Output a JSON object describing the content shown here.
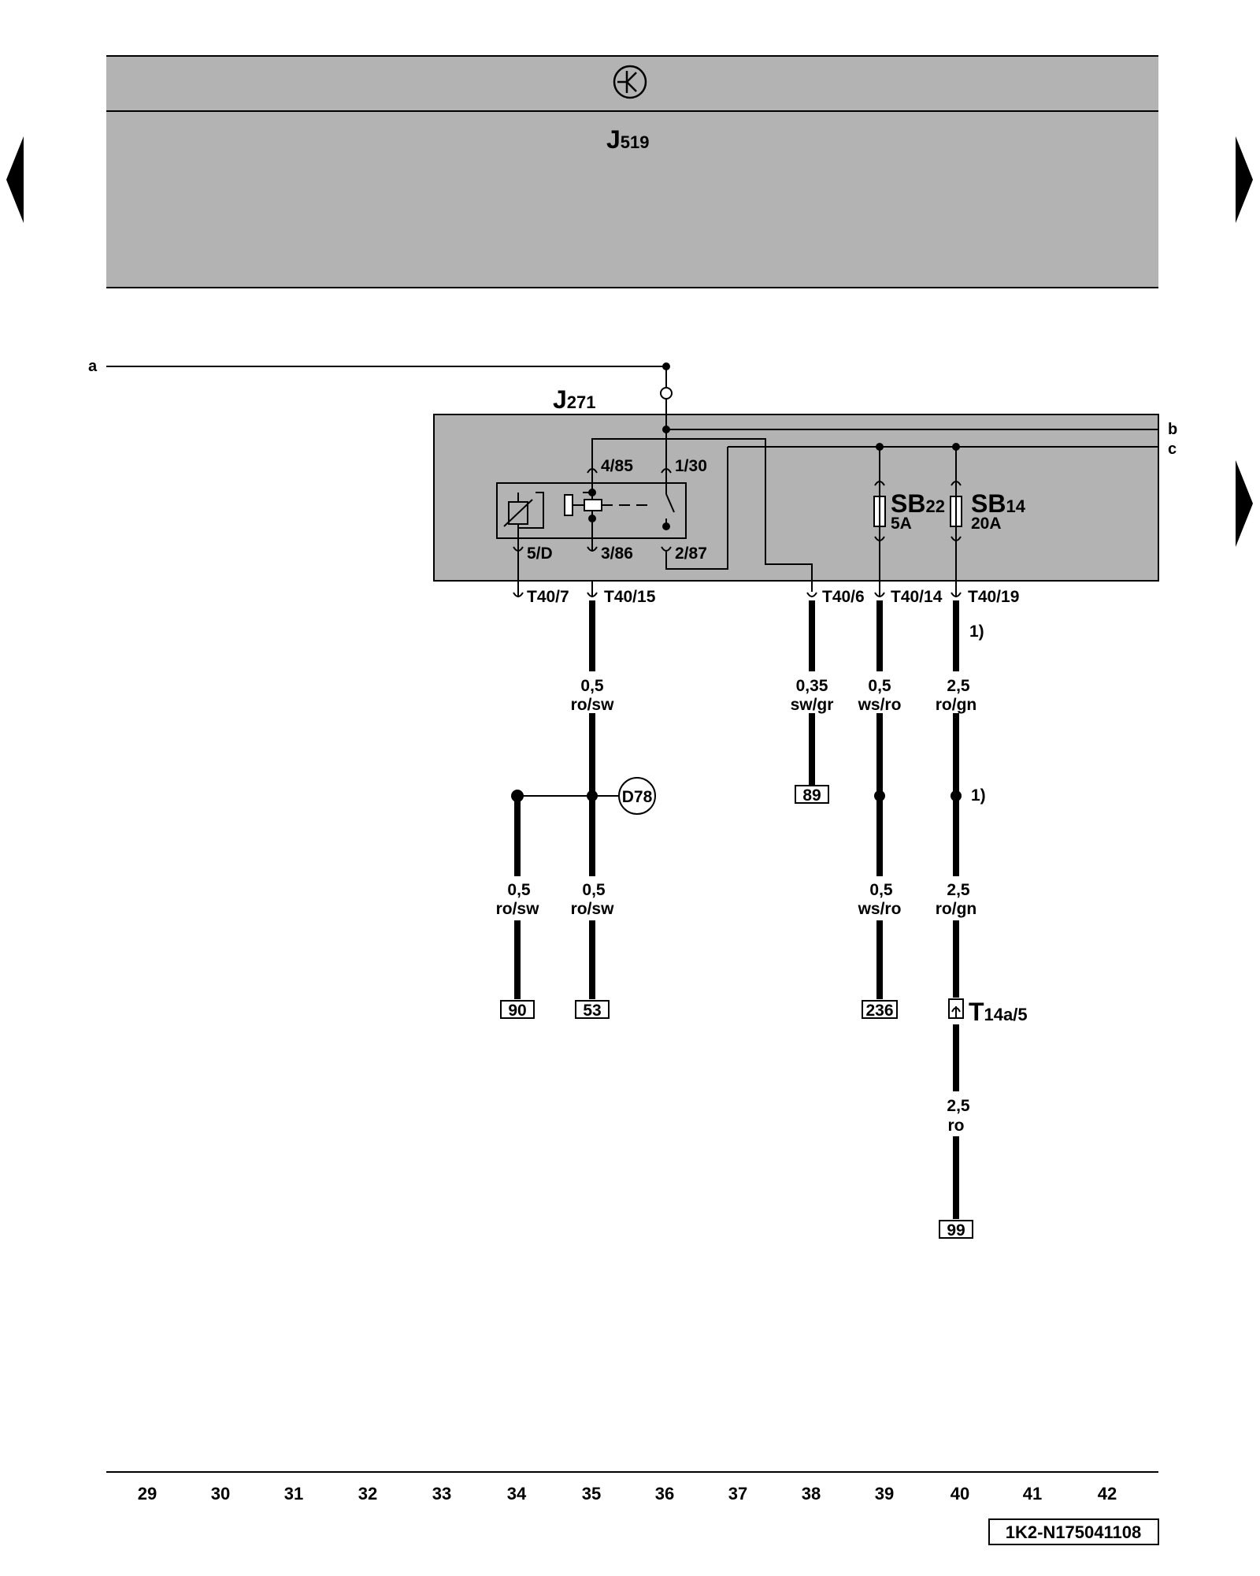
{
  "header": {
    "symbol": "terminal-30-symbol",
    "module_name": "J",
    "module_sub": "519"
  },
  "relay_box": {
    "name": "J",
    "sub": "271"
  },
  "lines": {
    "a": "a",
    "b": "b",
    "c": "c"
  },
  "relay_pins": {
    "p485": "4/85",
    "p130": "1/30",
    "p5d": "5/D",
    "p386": "3/86",
    "p287": "2/87"
  },
  "fuses": [
    {
      "name": "SB",
      "sub": "22",
      "rating": "5A"
    },
    {
      "name": "SB",
      "sub": "14",
      "rating": "20A"
    }
  ],
  "connectors": {
    "t40_7": "T40/7",
    "t40_15": "T40/15",
    "t40_6": "T40/6",
    "t40_14": "T40/14",
    "t40_19": "T40/19",
    "t14a_main": "T",
    "t14a_sub": "14a/5"
  },
  "footnote": "1)",
  "splice": "D78",
  "wires": {
    "w35_top": {
      "size": "0,5",
      "color": "ro/sw"
    },
    "w38": {
      "size": "0,35",
      "color": "sw/gr"
    },
    "w39_top": {
      "size": "0,5",
      "color": "ws/ro"
    },
    "w40_top": {
      "size": "2,5",
      "color": "ro/gn"
    },
    "w34_bot": {
      "size": "0,5",
      "color": "ro/sw"
    },
    "w35_bot": {
      "size": "0,5",
      "color": "ro/sw"
    },
    "w39_bot": {
      "size": "0,5",
      "color": "ws/ro"
    },
    "w40_mid": {
      "size": "2,5",
      "color": "ro/gn"
    },
    "w40_bot": {
      "size": "2,5",
      "color": "ro"
    }
  },
  "refs": {
    "r90": "90",
    "r53": "53",
    "r89": "89",
    "r236": "236",
    "r99": "99"
  },
  "scale": [
    "29",
    "30",
    "31",
    "32",
    "33",
    "34",
    "35",
    "36",
    "37",
    "38",
    "39",
    "40",
    "41",
    "42"
  ],
  "doc_id": "1K2-N175041108",
  "nav": {
    "left": "arrow-left-icon",
    "right_top": "arrow-right-icon",
    "right_mid": "arrow-right-icon"
  },
  "colors": {
    "module_fill": "#b3b3b3",
    "line": "#000000"
  }
}
